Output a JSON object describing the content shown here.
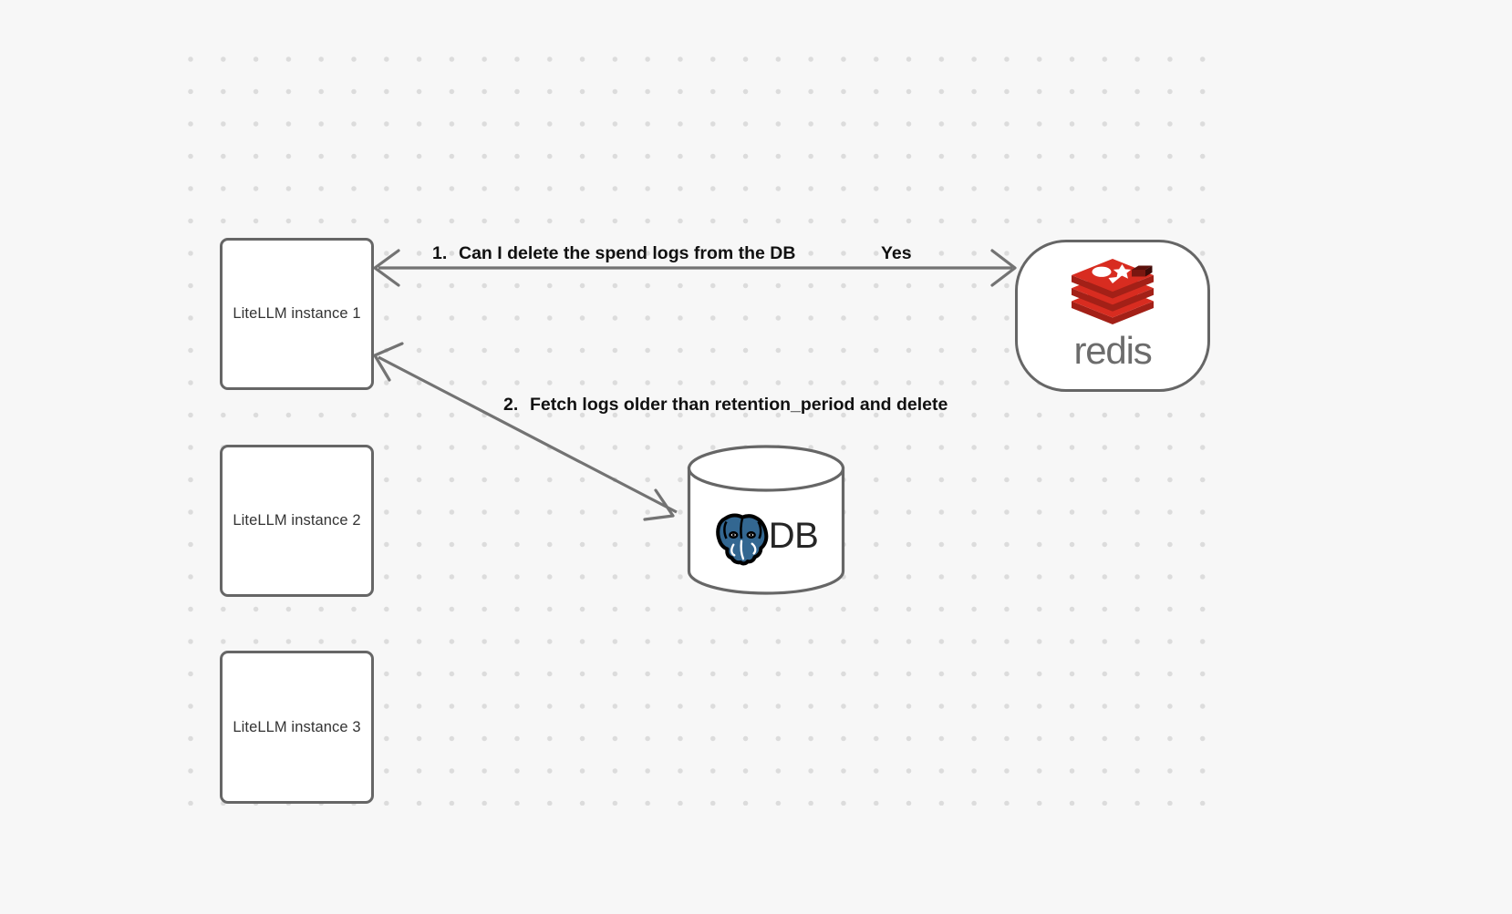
{
  "canvas": {
    "background_color": "#f7f7f7",
    "grid": "dot-grid",
    "grid_dot_color": "#dcdcdc"
  },
  "nodes": [
    {
      "id": "litellm-1",
      "label": "LiteLLM instance 1",
      "shape": "rounded-rect",
      "border_color": "#666666",
      "fill": "#ffffff"
    },
    {
      "id": "litellm-2",
      "label": "LiteLLM instance 2",
      "shape": "rounded-rect",
      "border_color": "#666666",
      "fill": "#ffffff"
    },
    {
      "id": "litellm-3",
      "label": "LiteLLM instance 3",
      "shape": "rounded-rect",
      "border_color": "#666666",
      "fill": "#ffffff"
    },
    {
      "id": "redis",
      "label": "redis",
      "shape": "stadium",
      "logo": "redis-logo",
      "logo_color": "#d82c20",
      "wordmark_color": "#6c6c6c"
    },
    {
      "id": "db",
      "label": "DB",
      "shape": "cylinder",
      "logo": "postgresql-elephant-logo",
      "logo_color": "#336791"
    }
  ],
  "edges": [
    {
      "id": "edge-1",
      "from": "litellm-1",
      "to": "redis",
      "direction": "bidirectional",
      "label_number": "1.",
      "label_text": "Can I delete the spend logs from the DB",
      "reply_text": "Yes",
      "color": "#737373"
    },
    {
      "id": "edge-2",
      "from": "db",
      "to": "litellm-1",
      "direction": "bidirectional",
      "label_number": "2.",
      "label_text": "Fetch logs older than retention_period and delete",
      "color": "#737373"
    }
  ]
}
